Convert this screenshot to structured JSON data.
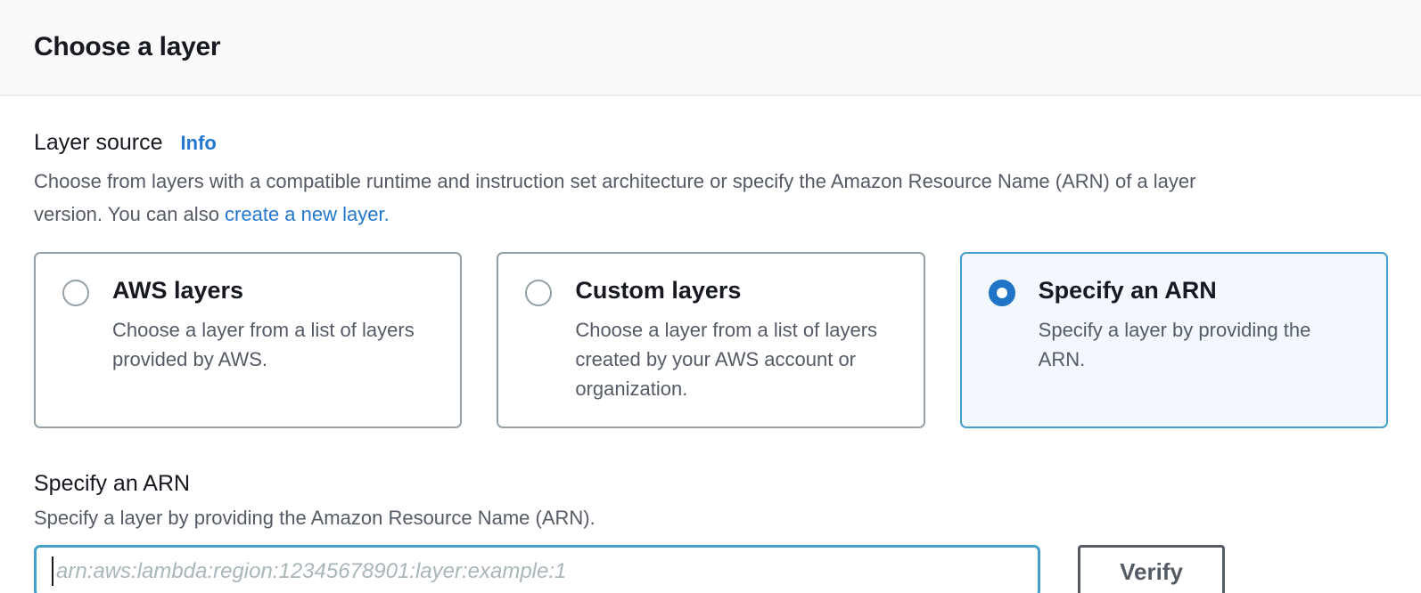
{
  "panel": {
    "title": "Choose a layer"
  },
  "layer_source": {
    "label": "Layer source",
    "info_label": "Info",
    "description_line1": "Choose from layers with a compatible runtime and instruction set architecture or specify the Amazon Resource Name (ARN) of a layer",
    "description_line2": "version. You can also ",
    "link_label": "create a new layer."
  },
  "options": [
    {
      "title": "AWS layers",
      "description": "Choose a layer from a list of layers provided by AWS.",
      "selected": false
    },
    {
      "title": "Custom layers",
      "description": "Choose a layer from a list of layers created by your AWS account or organization.",
      "selected": false
    },
    {
      "title": "Specify an ARN",
      "description": "Specify a layer by providing the ARN.",
      "selected": true
    }
  ],
  "arn_section": {
    "title": "Specify an ARN",
    "description": "Specify a layer by providing the Amazon Resource Name (ARN).",
    "input_value": "",
    "input_placeholder": "arn:aws:lambda:region:12345678901:layer:example:1",
    "verify_label": "Verify"
  },
  "colors": {
    "accent_radio_blue": "#1f74c8",
    "selected_tile_border": "#44a0c8",
    "selected_tile_bg": "#f2f8fd",
    "link_blue": "#2477cf",
    "text_dark": "#16191f",
    "text_gray": "#545b64",
    "header_bg": "#fafafa",
    "divider": "#eaeded"
  }
}
